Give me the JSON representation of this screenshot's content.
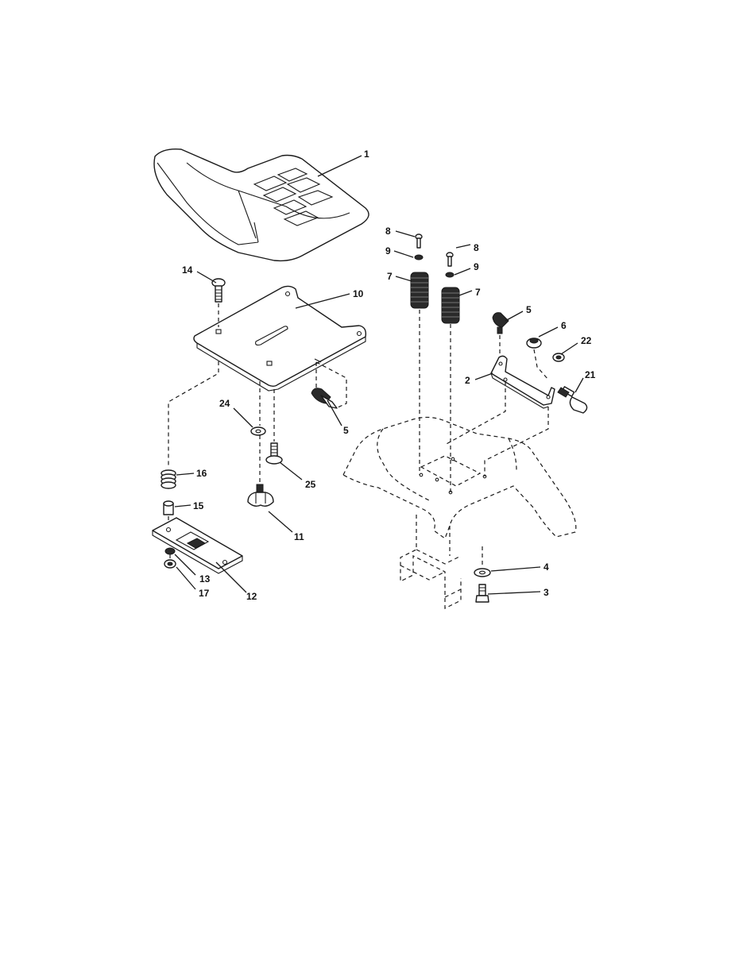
{
  "callouts": {
    "c1": "1",
    "c2": "2",
    "c3": "3",
    "c4": "4",
    "c5a": "5",
    "c5b": "5",
    "c6": "6",
    "c7a": "7",
    "c7b": "7",
    "c8a": "8",
    "c8b": "8",
    "c9a": "9",
    "c9b": "9",
    "c10": "10",
    "c11": "11",
    "c12": "12",
    "c13": "13",
    "c14": "14",
    "c15": "15",
    "c16": "16",
    "c17": "17",
    "c21": "21",
    "c22": "22",
    "c24": "24",
    "c25": "25"
  }
}
